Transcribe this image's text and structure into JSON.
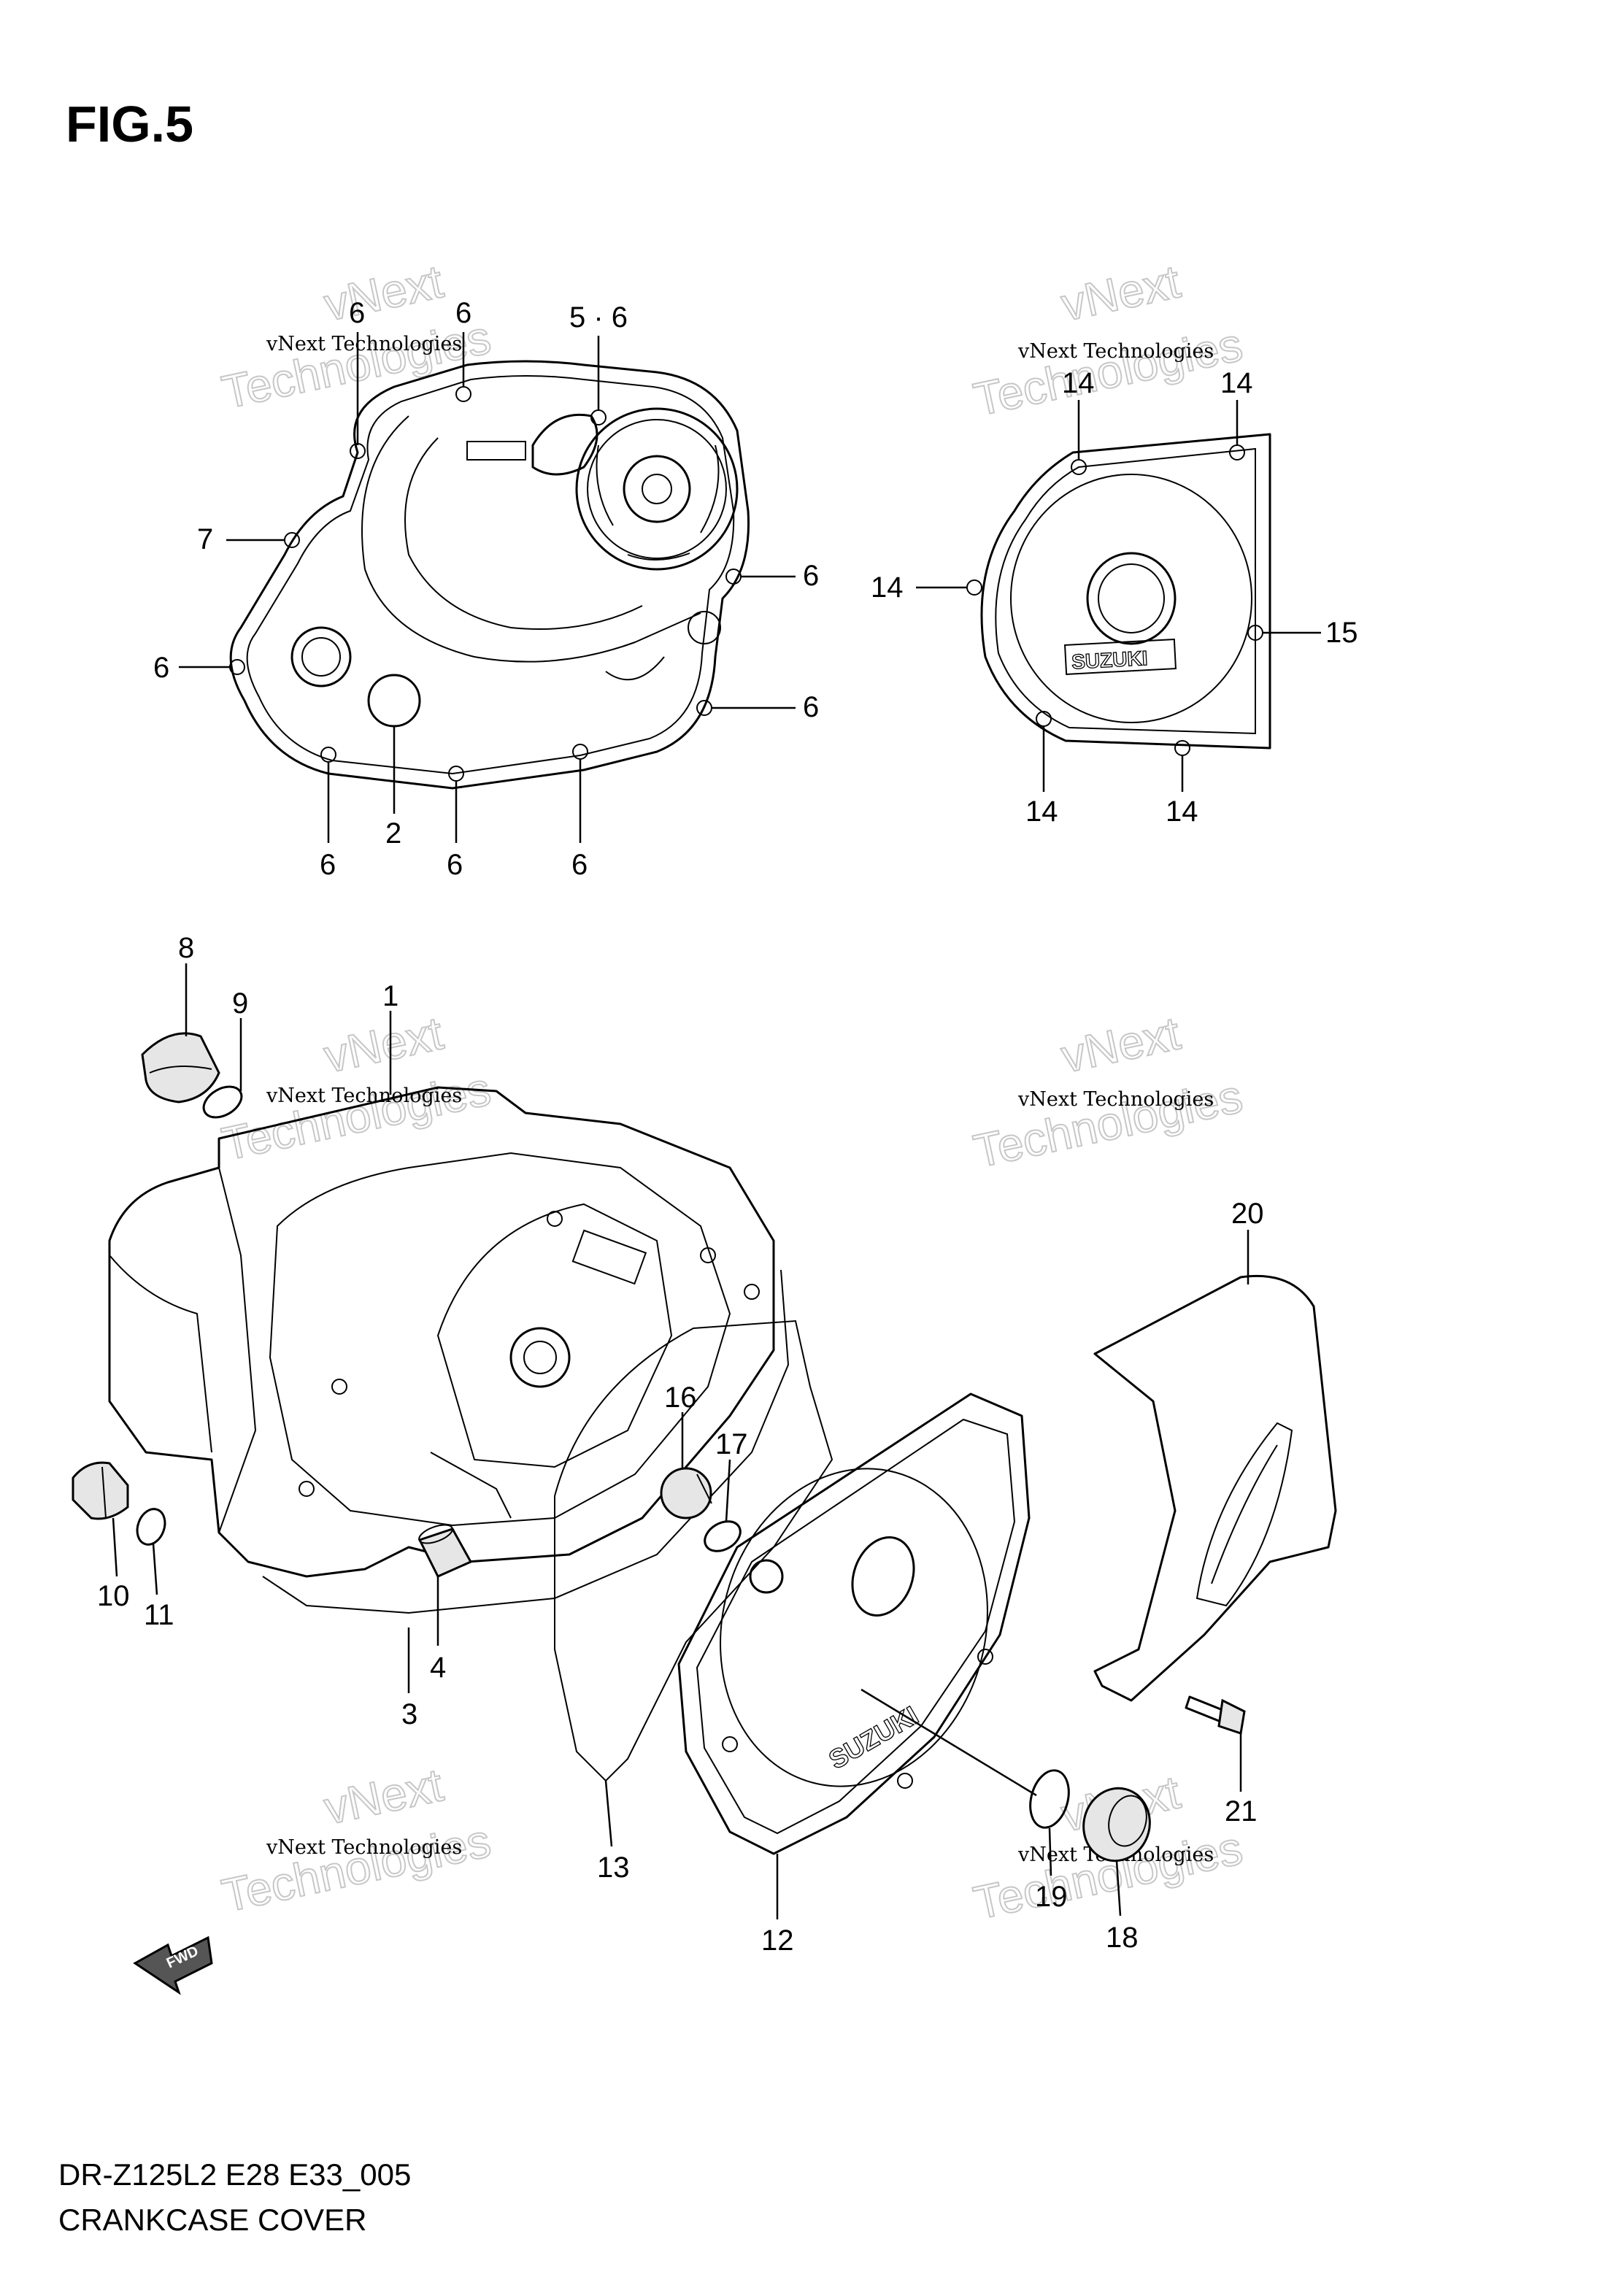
{
  "figure_title": "FIG.5",
  "footer": {
    "model_code": "DR-Z125L2 E28 E33_005",
    "part_name": "CRANKCASE COVER"
  },
  "watermark": {
    "small": "vNext Technologies",
    "big_top": "vNext",
    "big_bottom": "Technologies"
  },
  "cover_logos": {
    "magneto": "SUZUKI",
    "clutch_cover": "SUZUKI"
  },
  "fwd_label": "FWD",
  "callouts": {
    "c_6a": "6",
    "c_6b": "6",
    "c_56": "5 · 6",
    "c_7": "7",
    "c_6c": "6",
    "c_6d": "6",
    "c_6e": "6",
    "c_6f": "6",
    "c_2": "2",
    "c_6g": "6",
    "c_6h": "6",
    "c_14a": "14",
    "c_14b": "14",
    "c_14c": "14",
    "c_15": "15",
    "c_14d": "14",
    "c_14e": "14",
    "c_8": "8",
    "c_9": "9",
    "c_1": "1",
    "c_20": "20",
    "c_16": "16",
    "c_17": "17",
    "c_10": "10",
    "c_11": "11",
    "c_4": "4",
    "c_3": "3",
    "c_13": "13",
    "c_12": "12",
    "c_21": "21",
    "c_19": "19",
    "c_18": "18"
  }
}
